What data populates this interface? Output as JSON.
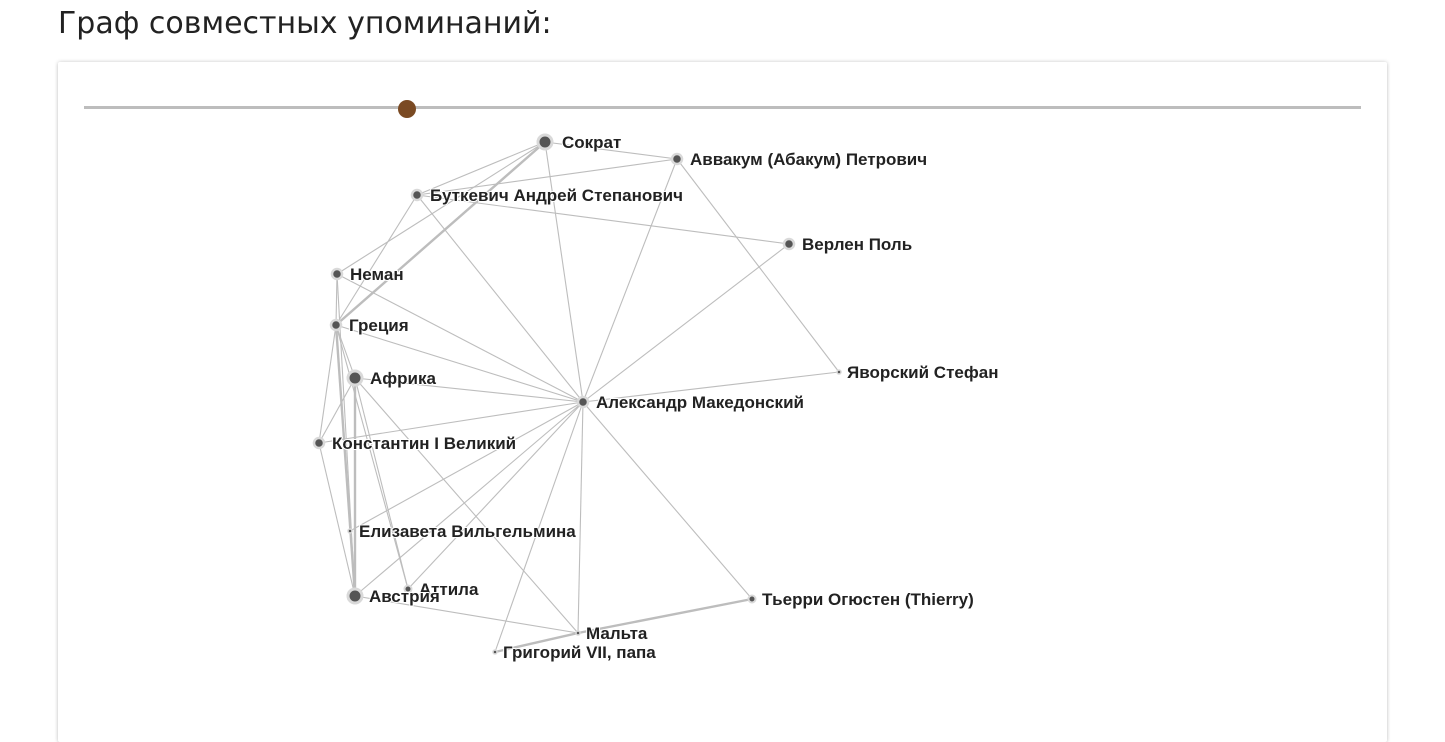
{
  "page": {
    "title": "Граф совместных упоминаний:"
  },
  "slider": {
    "thumb_color": "#7a4a23",
    "track_color": "#bdbdbd"
  },
  "graph": {
    "node_fill": "#555555",
    "node_halo": "#d9d9d9",
    "edge_color": "#bdbdbd",
    "nodes": [
      {
        "id": "sokrat",
        "label": "Сократ",
        "size": "large"
      },
      {
        "id": "avvakum",
        "label": "Аввакум (Абакум) Петрович",
        "size": "medium"
      },
      {
        "id": "butkevich",
        "label": "Буткевич Андрей Степанович",
        "size": "medium"
      },
      {
        "id": "verlen",
        "label": "Верлен Поль",
        "size": "medium"
      },
      {
        "id": "neman",
        "label": "Неман",
        "size": "medium"
      },
      {
        "id": "greciya",
        "label": "Греция",
        "size": "medium"
      },
      {
        "id": "afrika",
        "label": "Африка",
        "size": "large"
      },
      {
        "id": "yavorsky",
        "label": "Яворский Стефан",
        "size": "tiny"
      },
      {
        "id": "aleksandr",
        "label": "Александр Македонский",
        "size": "medium"
      },
      {
        "id": "konstantin",
        "label": "Константин I Великий",
        "size": "medium"
      },
      {
        "id": "elizaveta",
        "label": "Елизавета Вильгельмина",
        "size": "tiny"
      },
      {
        "id": "attila",
        "label": "Аттила",
        "size": "small"
      },
      {
        "id": "avstriya",
        "label": "Австрия",
        "size": "large"
      },
      {
        "id": "terri",
        "label": "Тьерри Огюстен (Thierry)",
        "size": "small"
      },
      {
        "id": "malta",
        "label": "Мальта",
        "size": "tiny"
      },
      {
        "id": "grigoriy",
        "label": "Григорий VII, папа",
        "size": "tiny"
      }
    ],
    "edges": [
      {
        "source": "sokrat",
        "target": "avvakum",
        "weight": 1
      },
      {
        "source": "sokrat",
        "target": "butkevich",
        "weight": 1
      },
      {
        "source": "sokrat",
        "target": "neman",
        "weight": 1
      },
      {
        "source": "sokrat",
        "target": "greciya",
        "weight": 2
      },
      {
        "source": "sokrat",
        "target": "aleksandr",
        "weight": 1
      },
      {
        "source": "avvakum",
        "target": "butkevich",
        "weight": 1
      },
      {
        "source": "avvakum",
        "target": "yavorsky",
        "weight": 1
      },
      {
        "source": "avvakum",
        "target": "aleksandr",
        "weight": 1
      },
      {
        "source": "butkevich",
        "target": "verlen",
        "weight": 1
      },
      {
        "source": "butkevich",
        "target": "greciya",
        "weight": 1
      },
      {
        "source": "butkevich",
        "target": "aleksandr",
        "weight": 1
      },
      {
        "source": "verlen",
        "target": "aleksandr",
        "weight": 1
      },
      {
        "source": "neman",
        "target": "greciya",
        "weight": 1
      },
      {
        "source": "neman",
        "target": "aleksandr",
        "weight": 1
      },
      {
        "source": "neman",
        "target": "avstriya",
        "weight": 1
      },
      {
        "source": "greciya",
        "target": "aleksandr",
        "weight": 1
      },
      {
        "source": "greciya",
        "target": "afrika",
        "weight": 1
      },
      {
        "source": "greciya",
        "target": "konstantin",
        "weight": 1
      },
      {
        "source": "greciya",
        "target": "avstriya",
        "weight": 2
      },
      {
        "source": "greciya",
        "target": "attila",
        "weight": 1
      },
      {
        "source": "afrika",
        "target": "aleksandr",
        "weight": 1
      },
      {
        "source": "afrika",
        "target": "konstantin",
        "weight": 1
      },
      {
        "source": "afrika",
        "target": "avstriya",
        "weight": 2
      },
      {
        "source": "afrika",
        "target": "attila",
        "weight": 1
      },
      {
        "source": "afrika",
        "target": "malta",
        "weight": 1
      },
      {
        "source": "yavorsky",
        "target": "aleksandr",
        "weight": 1
      },
      {
        "source": "aleksandr",
        "target": "konstantin",
        "weight": 1
      },
      {
        "source": "aleksandr",
        "target": "elizaveta",
        "weight": 1
      },
      {
        "source": "aleksandr",
        "target": "attila",
        "weight": 1
      },
      {
        "source": "aleksandr",
        "target": "avstriya",
        "weight": 1
      },
      {
        "source": "aleksandr",
        "target": "terri",
        "weight": 1
      },
      {
        "source": "aleksandr",
        "target": "malta",
        "weight": 1
      },
      {
        "source": "aleksandr",
        "target": "grigoriy",
        "weight": 1
      },
      {
        "source": "konstantin",
        "target": "avstriya",
        "weight": 1
      },
      {
        "source": "avstriya",
        "target": "malta",
        "weight": 1
      },
      {
        "source": "terri",
        "target": "malta",
        "weight": 2
      },
      {
        "source": "malta",
        "target": "grigoriy",
        "weight": 2
      }
    ]
  }
}
